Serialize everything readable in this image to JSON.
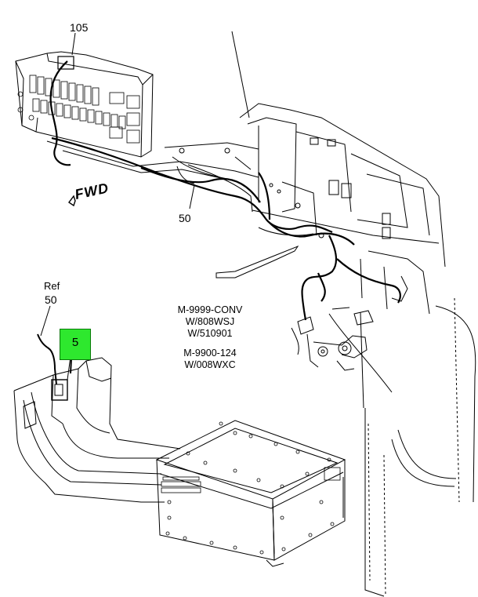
{
  "callouts": {
    "top_number": "105",
    "harness_upper": "50",
    "ref_text": "Ref",
    "ref_number": "50",
    "highlighted": "5"
  },
  "direction_marker": {
    "text": "FWD",
    "arrow_icon": "direction-arrow-icon"
  },
  "notes": {
    "line1": "M-9999-CONV",
    "line2": "W/808WSJ",
    "line3": "W/510901",
    "line4": "M-9900-124",
    "line5": "W/008WXC"
  },
  "colors": {
    "highlight": "#2ee82e",
    "line": "#000000",
    "background": "#ffffff"
  }
}
